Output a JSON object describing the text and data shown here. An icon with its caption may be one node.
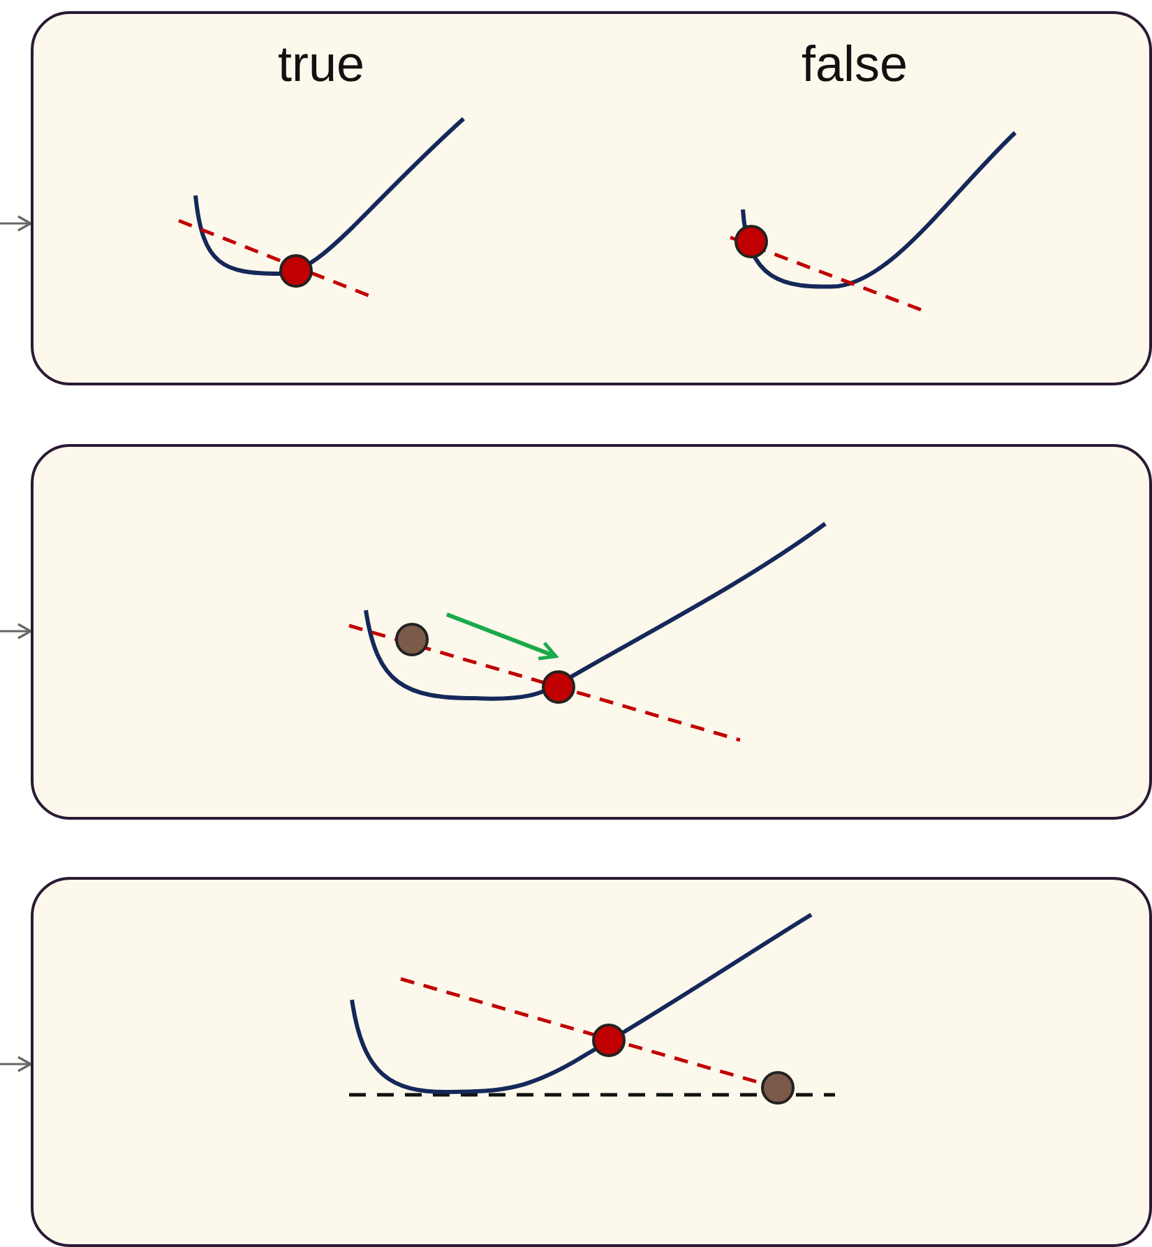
{
  "diagram": {
    "nodes": [
      {
        "text": [
          "true",
          "false"
        ]
      },
      {
        "text": [],
        "shape": "box"
      },
      {
        "text": [],
        "shape": "box"
      }
    ],
    "edges": [
      {
        "from": null,
        "to": 0,
        "arrow": "to"
      },
      {
        "from": null,
        "to": 1,
        "arrow": "to"
      },
      {
        "from": null,
        "to": 2,
        "arrow": "to"
      }
    ]
  }
}
